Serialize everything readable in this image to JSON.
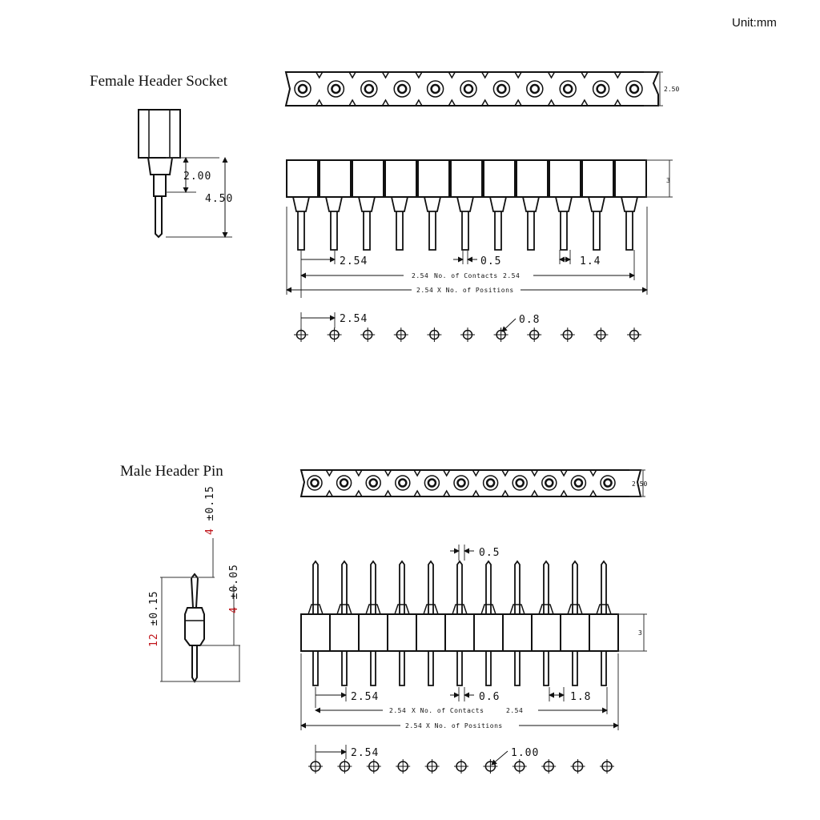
{
  "unit_label": "Unit:mm",
  "female": {
    "title": "Female Header Socket",
    "positions": 11,
    "side": {
      "d1": "2.00",
      "d2": "4.50"
    },
    "top_height": "2.50",
    "body_height": "3",
    "dims": {
      "pitch": "2.54",
      "pin": "0.5",
      "gap": "1.4",
      "contacts_a": "2.54",
      "contacts_mid": "No. of Contacts",
      "contacts_b": "2.54",
      "positions_a": "2.54",
      "positions_b": "X No. of Positions"
    },
    "holes": {
      "pitch": "2.54",
      "dia": "0.8"
    }
  },
  "male": {
    "title": "Male Header Pin",
    "positions": 11,
    "side": {
      "d1_val": "4",
      "d1_tol": " ±0.15",
      "d2_val": "4",
      "d2_tol": " ±0.05",
      "d3_val": "12",
      "d3_tol": " ±0.15"
    },
    "top_height": "2.50",
    "body_height": "3",
    "dims": {
      "pin_top": "0.5",
      "pitch": "2.54",
      "pin": "0.6",
      "gap": "1.8",
      "contacts_a": "2.54",
      "contacts_mid": "X No. of Contacts",
      "contacts_b": "2.54",
      "positions_a": "2.54",
      "positions_b": "X No. of Positions"
    },
    "holes": {
      "pitch": "2.54",
      "dia": "1.00"
    }
  }
}
